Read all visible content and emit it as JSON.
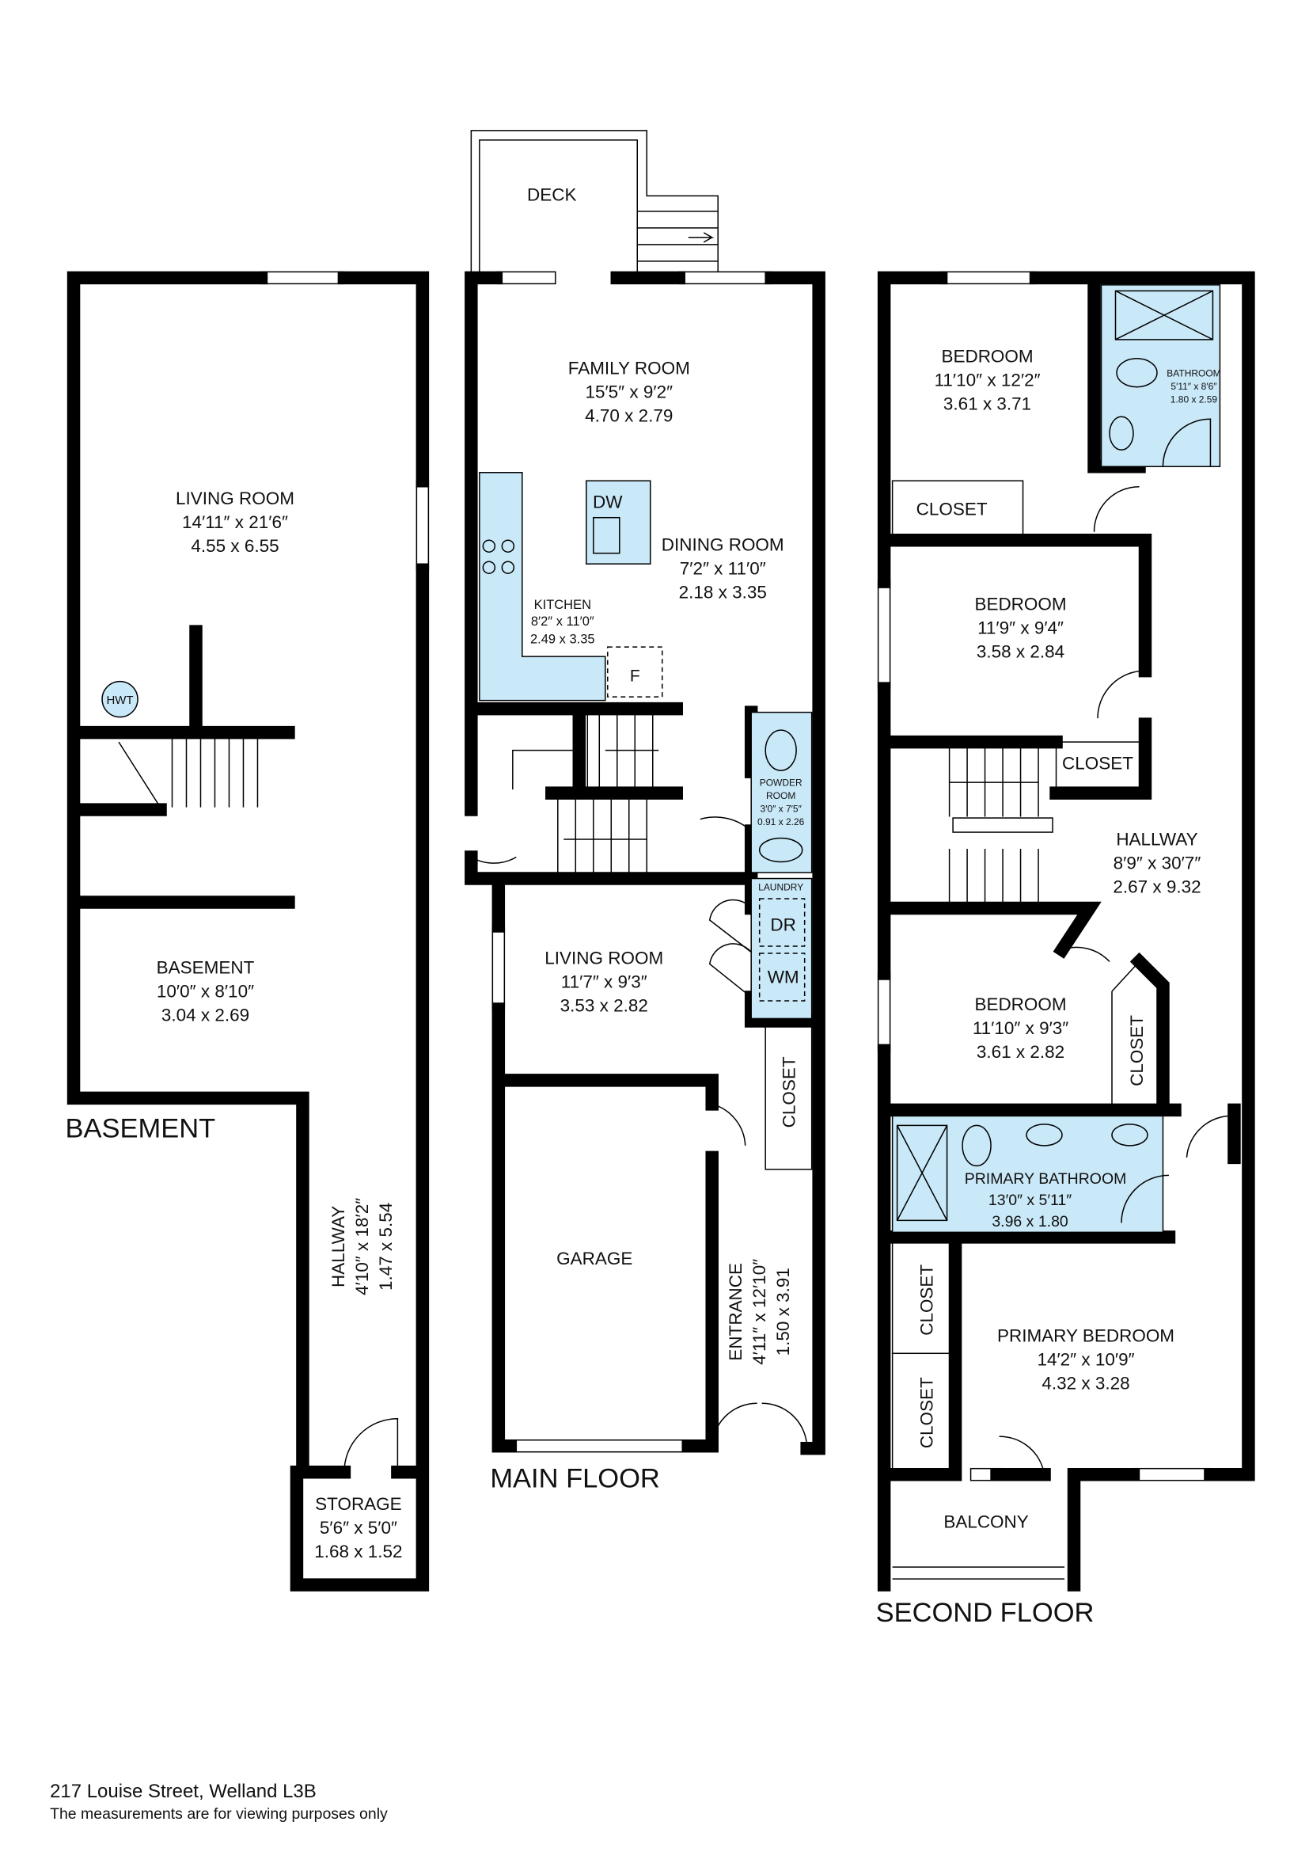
{
  "basement": {
    "title": "BASEMENT",
    "living_room": {
      "name": "LIVING ROOM",
      "imperial": "14′11″ x 21′6″",
      "metric": "4.55 x 6.55"
    },
    "basement_room": {
      "name": "BASEMENT",
      "imperial": "10′0″ x 8′10″",
      "metric": "3.04 x 2.69"
    },
    "hallway": {
      "name": "HALLWAY",
      "imperial": "4′10″ x 18′2″",
      "metric": "1.47 x 5.54"
    },
    "storage": {
      "name": "STORAGE",
      "imperial": "5′6″ x 5′0″",
      "metric": "1.68 x 1.52"
    },
    "hwt": "HWT"
  },
  "main_floor": {
    "title": "MAIN FLOOR",
    "deck": "DECK",
    "family_room": {
      "name": "FAMILY ROOM",
      "imperial": "15′5″ x 9′2″",
      "metric": "4.70 x 2.79"
    },
    "dining_room": {
      "name": "DINING ROOM",
      "imperial": "7′2″ x 11′0″",
      "metric": "2.18 x 3.35"
    },
    "kitchen": {
      "name": "KITCHEN",
      "imperial": "8′2″ x 11′0″",
      "metric": "2.49 x 3.35"
    },
    "dw": "DW",
    "f": "F",
    "powder_room": {
      "name1": "POWDER",
      "name2": "ROOM",
      "imperial": "3′0″ x 7′5″",
      "metric": "0.91 x 2.26"
    },
    "laundry": "LAUNDRY",
    "dr": "DR",
    "wm": "WM",
    "living_room": {
      "name": "LIVING ROOM",
      "imperial": "11′7″ x 9′3″",
      "metric": "3.53 x 2.82"
    },
    "closet": "CLOSET",
    "garage": "GARAGE",
    "entrance": {
      "name": "ENTRANCE",
      "imperial": "4′11″ x 12′10″",
      "metric": "1.50 x 3.91"
    }
  },
  "second_floor": {
    "title": "SECOND FLOOR",
    "bedroom_1": {
      "name": "BEDROOM",
      "imperial": "11′10″ x 12′2″",
      "metric": "3.61 x 3.71"
    },
    "bathroom": {
      "name": "BATHROOM",
      "imperial": "5′11″ x 8′6″",
      "metric": "1.80 x 2.59"
    },
    "closet_1": "CLOSET",
    "bedroom_2": {
      "name": "BEDROOM",
      "imperial": "11′9″ x 9′4″",
      "metric": "3.58 x 2.84"
    },
    "closet_2": "CLOSET",
    "hallway": {
      "name": "HALLWAY",
      "imperial": "8′9″ x 30′7″",
      "metric": "2.67 x 9.32"
    },
    "bedroom_3": {
      "name": "BEDROOM",
      "imperial": "11′10″ x 9′3″",
      "metric": "3.61 x 2.82"
    },
    "closet_3": "CLOSET",
    "primary_bathroom": {
      "name": "PRIMARY BATHROOM",
      "imperial": "13′0″ x 5′11″",
      "metric": "3.96 x 1.80"
    },
    "closet_4": "CLOSET",
    "closet_5": "CLOSET",
    "primary_bedroom": {
      "name": "PRIMARY BEDROOM",
      "imperial": "14′2″ x 10′9″",
      "metric": "4.32 x 3.28"
    },
    "balcony": "BALCONY"
  },
  "footer": {
    "address": "217 Louise Street, Welland L3B",
    "disclaimer": "The measurements are for viewing purposes only"
  }
}
